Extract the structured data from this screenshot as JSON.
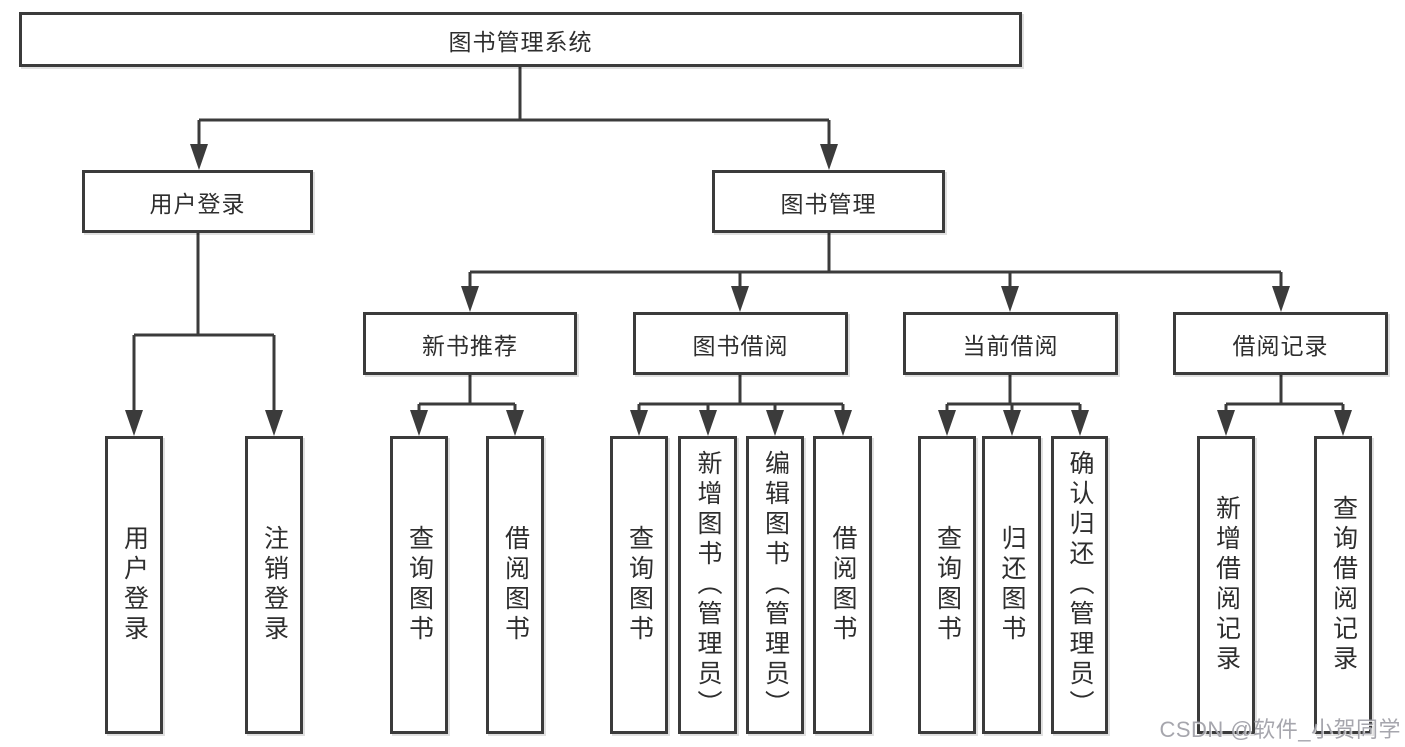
{
  "page": {
    "background": "#ffffff",
    "watermark": "CSDN @软件_小贺同学"
  },
  "colors": {
    "line": "#3b3b3b",
    "box_border": "#3b3b3b",
    "box_fill": "#ffffff",
    "text": "#2e2e2e",
    "watermark": "#9e9ea6"
  },
  "tree": {
    "root": {
      "label": "图书管理系统",
      "children": [
        {
          "label": "用户登录",
          "children": [
            {
              "label": "用户登录"
            },
            {
              "label": "注销登录"
            }
          ]
        },
        {
          "label": "图书管理",
          "children": [
            {
              "label": "新书推荐",
              "children": [
                {
                  "label": "查询图书"
                },
                {
                  "label": "借阅图书"
                }
              ]
            },
            {
              "label": "图书借阅",
              "children": [
                {
                  "label": "查询图书"
                },
                {
                  "label": "新增图书（管理员）"
                },
                {
                  "label": "编辑图书（管理员）"
                },
                {
                  "label": "借阅图书"
                }
              ]
            },
            {
              "label": "当前借阅",
              "children": [
                {
                  "label": "查询图书"
                },
                {
                  "label": "归还图书"
                },
                {
                  "label": "确认归还（管理员）"
                }
              ]
            },
            {
              "label": "借阅记录",
              "children": [
                {
                  "label": "新增借阅记录"
                },
                {
                  "label": "查询借阅记录"
                }
              ]
            }
          ]
        }
      ]
    }
  }
}
